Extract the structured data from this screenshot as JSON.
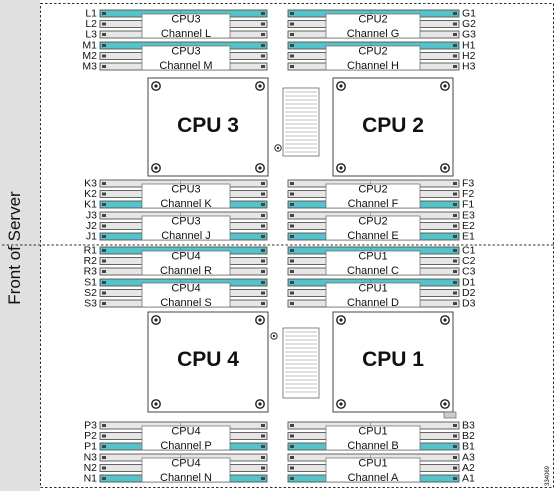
{
  "side_label": "Front of Server",
  "figure_ref": "334069",
  "colors": {
    "populated_slot": "#56c2c9",
    "empty_slot": "#e6e6e6",
    "slot_outline": "#555555",
    "side_band": "#e0e0e0",
    "dashed_border": "#333333"
  },
  "cpus": [
    {
      "id": "cpu3",
      "label": "CPU 3"
    },
    {
      "id": "cpu2",
      "label": "CPU 2"
    },
    {
      "id": "cpu4",
      "label": "CPU 4"
    },
    {
      "id": "cpu1",
      "label": "CPU 1"
    }
  ],
  "channel_groups": [
    {
      "id": "l",
      "cpu_label": "CPU3",
      "channel_label": "Channel L",
      "side": "left",
      "slots": [
        {
          "label": "L1",
          "populated": true
        },
        {
          "label": "L2",
          "populated": false
        },
        {
          "label": "L3",
          "populated": false
        }
      ]
    },
    {
      "id": "m",
      "cpu_label": "CPU3",
      "channel_label": "Channel M",
      "side": "left",
      "slots": [
        {
          "label": "M1",
          "populated": true
        },
        {
          "label": "M2",
          "populated": false
        },
        {
          "label": "M3",
          "populated": false
        }
      ]
    },
    {
      "id": "g",
      "cpu_label": "CPU2",
      "channel_label": "Channel G",
      "side": "right",
      "slots": [
        {
          "label": "G1",
          "populated": true
        },
        {
          "label": "G2",
          "populated": false
        },
        {
          "label": "G3",
          "populated": false
        }
      ]
    },
    {
      "id": "h",
      "cpu_label": "CPU2",
      "channel_label": "Channel H",
      "side": "right",
      "slots": [
        {
          "label": "H1",
          "populated": true
        },
        {
          "label": "H2",
          "populated": false
        },
        {
          "label": "H3",
          "populated": false
        }
      ]
    },
    {
      "id": "k",
      "cpu_label": "CPU3",
      "channel_label": "Channel K",
      "side": "left",
      "slots": [
        {
          "label": "K3",
          "populated": false
        },
        {
          "label": "K2",
          "populated": false
        },
        {
          "label": "K1",
          "populated": true
        }
      ]
    },
    {
      "id": "j",
      "cpu_label": "CPU3",
      "channel_label": "Channel J",
      "side": "left",
      "slots": [
        {
          "label": "J3",
          "populated": false
        },
        {
          "label": "J2",
          "populated": false
        },
        {
          "label": "J1",
          "populated": true
        }
      ]
    },
    {
      "id": "f",
      "cpu_label": "CPU2",
      "channel_label": "Channel F",
      "side": "right",
      "slots": [
        {
          "label": "F3",
          "populated": false
        },
        {
          "label": "F2",
          "populated": false
        },
        {
          "label": "F1",
          "populated": true
        }
      ]
    },
    {
      "id": "e",
      "cpu_label": "CPU2",
      "channel_label": "Channel E",
      "side": "right",
      "slots": [
        {
          "label": "E3",
          "populated": false
        },
        {
          "label": "E2",
          "populated": false
        },
        {
          "label": "E1",
          "populated": true
        }
      ]
    },
    {
      "id": "r",
      "cpu_label": "CPU4",
      "channel_label": "Channel R",
      "side": "left",
      "slots": [
        {
          "label": "R1",
          "populated": true
        },
        {
          "label": "R2",
          "populated": false
        },
        {
          "label": "R3",
          "populated": false
        }
      ]
    },
    {
      "id": "s",
      "cpu_label": "CPU4",
      "channel_label": "Channel S",
      "side": "left",
      "slots": [
        {
          "label": "S1",
          "populated": true
        },
        {
          "label": "S2",
          "populated": false
        },
        {
          "label": "S3",
          "populated": false
        }
      ]
    },
    {
      "id": "c",
      "cpu_label": "CPU1",
      "channel_label": "Channel C",
      "side": "right",
      "slots": [
        {
          "label": "C1",
          "populated": true
        },
        {
          "label": "C2",
          "populated": false
        },
        {
          "label": "C3",
          "populated": false
        }
      ]
    },
    {
      "id": "d",
      "cpu_label": "CPU1",
      "channel_label": "Channel D",
      "side": "right",
      "slots": [
        {
          "label": "D1",
          "populated": true
        },
        {
          "label": "D2",
          "populated": false
        },
        {
          "label": "D3",
          "populated": false
        }
      ]
    },
    {
      "id": "p",
      "cpu_label": "CPU4",
      "channel_label": "Channel P",
      "side": "left",
      "slots": [
        {
          "label": "P3",
          "populated": false
        },
        {
          "label": "P2",
          "populated": false
        },
        {
          "label": "P1",
          "populated": true
        }
      ]
    },
    {
      "id": "n",
      "cpu_label": "CPU4",
      "channel_label": "Channel N",
      "side": "left",
      "slots": [
        {
          "label": "N3",
          "populated": false
        },
        {
          "label": "N2",
          "populated": false
        },
        {
          "label": "N1",
          "populated": true
        }
      ]
    },
    {
      "id": "b",
      "cpu_label": "CPU1",
      "channel_label": "Channel B",
      "side": "right",
      "slots": [
        {
          "label": "B3",
          "populated": false
        },
        {
          "label": "B2",
          "populated": false
        },
        {
          "label": "B1",
          "populated": true
        }
      ]
    },
    {
      "id": "a",
      "cpu_label": "CPU1",
      "channel_label": "Channel A",
      "side": "right",
      "slots": [
        {
          "label": "A3",
          "populated": false
        },
        {
          "label": "A2",
          "populated": false
        },
        {
          "label": "A1",
          "populated": true
        }
      ]
    }
  ]
}
